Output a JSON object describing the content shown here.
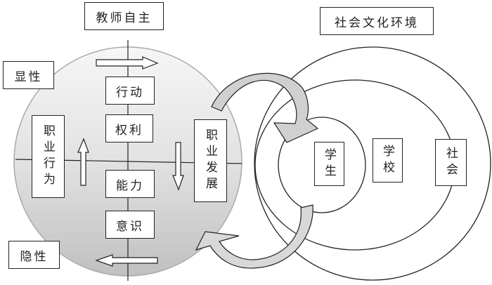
{
  "left": {
    "title": "教师自主",
    "explicit_label": "显性",
    "implicit_label": "隐性",
    "center_boxes": [
      "行动",
      "权利",
      "能力",
      "意识"
    ],
    "left_box": "职业行为",
    "right_box": "职业发展"
  },
  "right": {
    "title": "社会文化环境",
    "inner_labels": [
      "学生",
      "学校",
      "社会"
    ]
  },
  "colors": {
    "circle_fill_light": "#f4f4f4",
    "circle_fill_dark": "#c4c4c4",
    "arrow_fill": "#d0d0d0",
    "stroke": "#222222"
  }
}
